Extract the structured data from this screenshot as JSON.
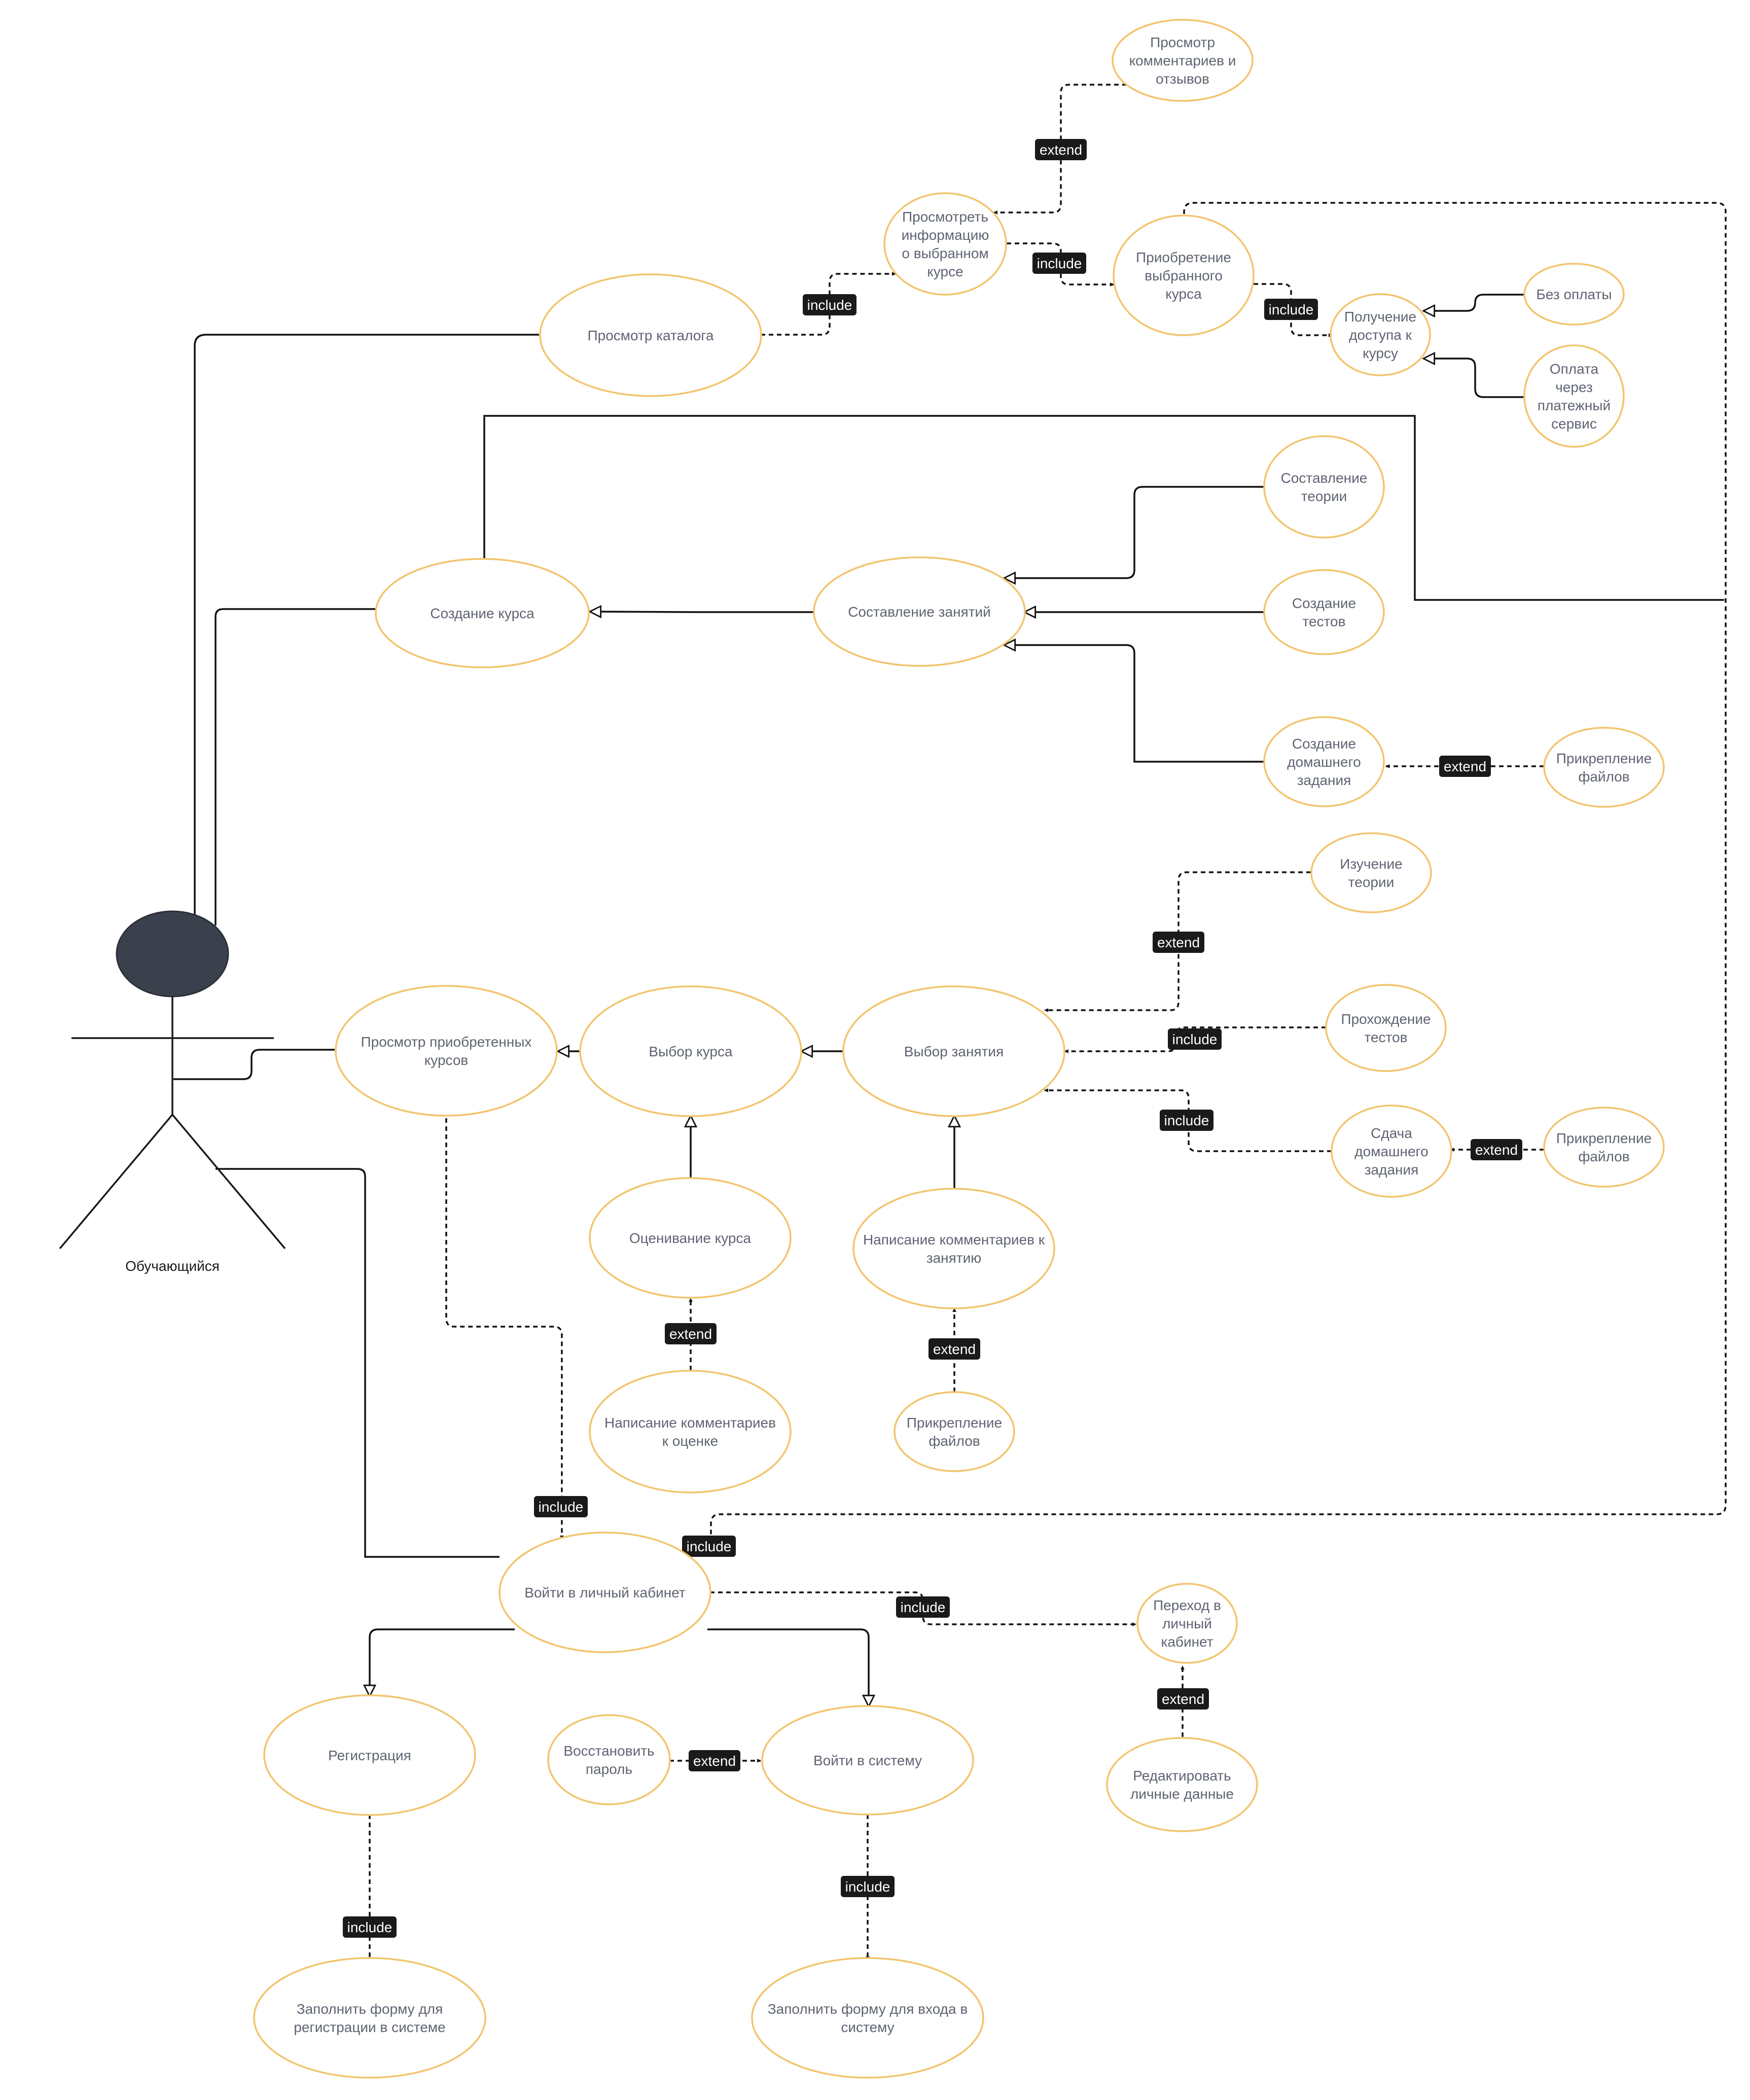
{
  "actor": {
    "label": "Обучающийся"
  },
  "stereotypes": {
    "include": "include",
    "extend": "extend"
  },
  "use_cases": {
    "view_comments": [
      "Просмотр",
      "комментариев и",
      "отзывов"
    ],
    "view_course_info": [
      "Просмотреть",
      "информацию",
      "о выбранном",
      "курсе"
    ],
    "buy_course": [
      "Приобретение",
      "выбранного",
      "курса"
    ],
    "view_catalog": [
      "Просмотр каталога"
    ],
    "get_access": [
      "Получение",
      "доступа к",
      "курсу"
    ],
    "no_payment": [
      "Без оплаты"
    ],
    "pay_service": [
      "Оплата",
      "через",
      "платежный",
      "сервис"
    ],
    "compose_theory": [
      "Составление",
      "теории"
    ],
    "create_course": [
      "Создание курса"
    ],
    "compose_lessons": [
      "Составление занятий"
    ],
    "create_tests": [
      "Создание",
      "тестов"
    ],
    "create_homework": [
      "Создание",
      "домашнего",
      "задания"
    ],
    "attach_files_1": [
      "Прикрепление",
      "файлов"
    ],
    "study_theory": [
      "Изучение",
      "теории"
    ],
    "view_purchased": [
      "Просмотр приобретенных",
      "курсов"
    ],
    "choose_course": [
      "Выбор курса"
    ],
    "choose_lesson": [
      "Выбор занятия"
    ],
    "pass_tests": [
      "Прохождение",
      "тестов"
    ],
    "submit_homework": [
      "Сдача",
      "домашнего",
      "задания"
    ],
    "attach_files_2": [
      "Прикрепление",
      "файлов"
    ],
    "rate_course": [
      "Оценивание курса"
    ],
    "lesson_comment": [
      "Написание комментариев к",
      "занятию"
    ],
    "rating_comment": [
      "Написание комментариев",
      "к оценке"
    ],
    "attach_files_3": [
      "Прикрепление",
      "файлов"
    ],
    "login_cabinet": [
      "Войти в личный кабинет"
    ],
    "go_cabinet": [
      "Переход в",
      "личный",
      "кабинет"
    ],
    "registration": [
      "Регистрация"
    ],
    "restore_password": [
      "Восстановить",
      "пароль"
    ],
    "login_system": [
      "Войти в систему"
    ],
    "edit_personal": [
      "Редактировать",
      "личные данные"
    ],
    "reg_form": [
      "Заполнить форму для",
      "регистрации в системе"
    ],
    "login_form": [
      "Заполнить форму для входа в",
      "систему"
    ]
  }
}
